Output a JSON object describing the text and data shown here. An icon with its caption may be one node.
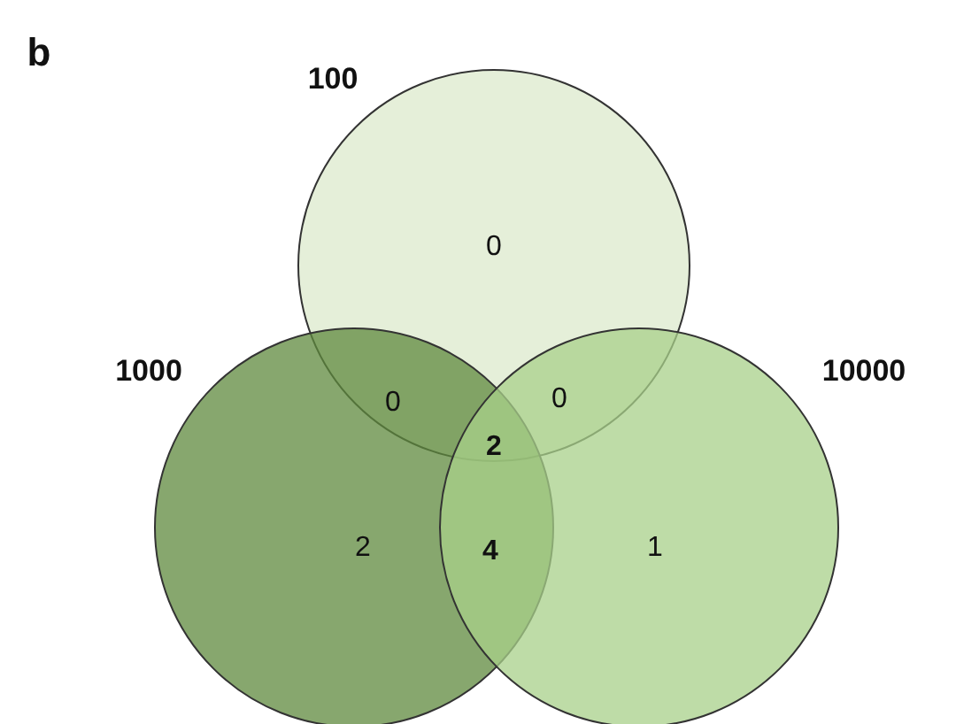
{
  "diagram": {
    "nodes": [
      {
        "text": [
          "100",
          "0"
        ]
      },
      {
        "text": [
          "1000",
          "2"
        ]
      },
      {
        "text": [
          "10000",
          "1"
        ]
      }
    ],
    "labels": [
      "b",
      "0",
      "0",
      "2",
      "4"
    ]
  }
}
